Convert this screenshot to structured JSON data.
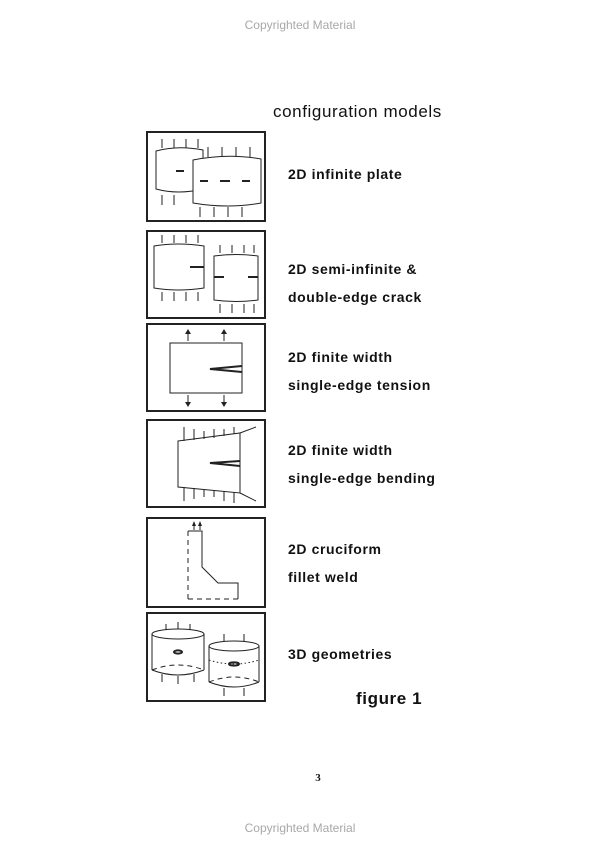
{
  "watermark": {
    "top": "Copyrighted Material",
    "bottom": "Copyrighted Material"
  },
  "heading": "configuration models",
  "models": [
    {
      "lines": [
        "2D infinite plate"
      ]
    },
    {
      "lines": [
        "2D semi-infinite &",
        "double-edge crack"
      ]
    },
    {
      "lines": [
        "2D finite width",
        "single-edge tension"
      ]
    },
    {
      "lines": [
        "2D finite width",
        "single-edge bending"
      ]
    },
    {
      "lines": [
        "2D cruciform",
        "fillet weld"
      ]
    },
    {
      "lines": [
        "3D geometries"
      ]
    }
  ],
  "figure_label": "figure 1",
  "page_number": "3"
}
